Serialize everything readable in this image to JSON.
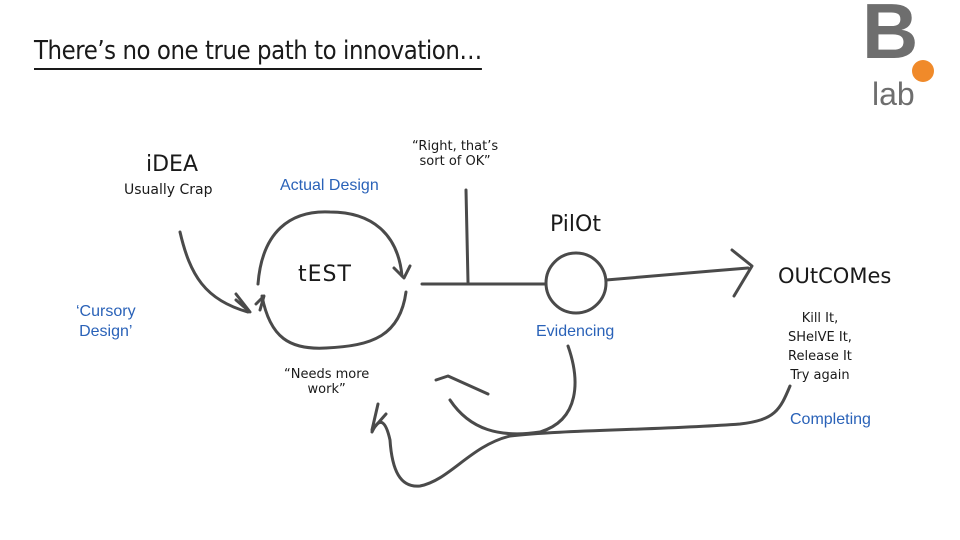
{
  "title": "There’s no one true path to innovation…",
  "logo": {
    "letter": "B",
    "sub": "lab",
    "dot_color": "#f08a2a",
    "text_color": "#6e6e6e"
  },
  "nodes": {
    "idea": {
      "label": "iDEA",
      "note": "Usually Crap"
    },
    "test": {
      "label": "tEST"
    },
    "pilot": {
      "label": "PilOt"
    },
    "outcomes": {
      "label": "OUtCOMes",
      "options": "Kill It,\nSHelVE It,\nRelease It\nTry again"
    }
  },
  "phases": {
    "cursory_design": "‘Cursory\nDesign’",
    "actual_design": "Actual Design",
    "evidencing": "Evidencing",
    "completing": "Completing"
  },
  "quotes": {
    "right_ok": "“Right, that’s\nsort of OK”",
    "needs_work": "“Needs more\nwork”"
  },
  "colors": {
    "ink": "#4a4a4a",
    "phase_blue": "#2a62b8"
  }
}
